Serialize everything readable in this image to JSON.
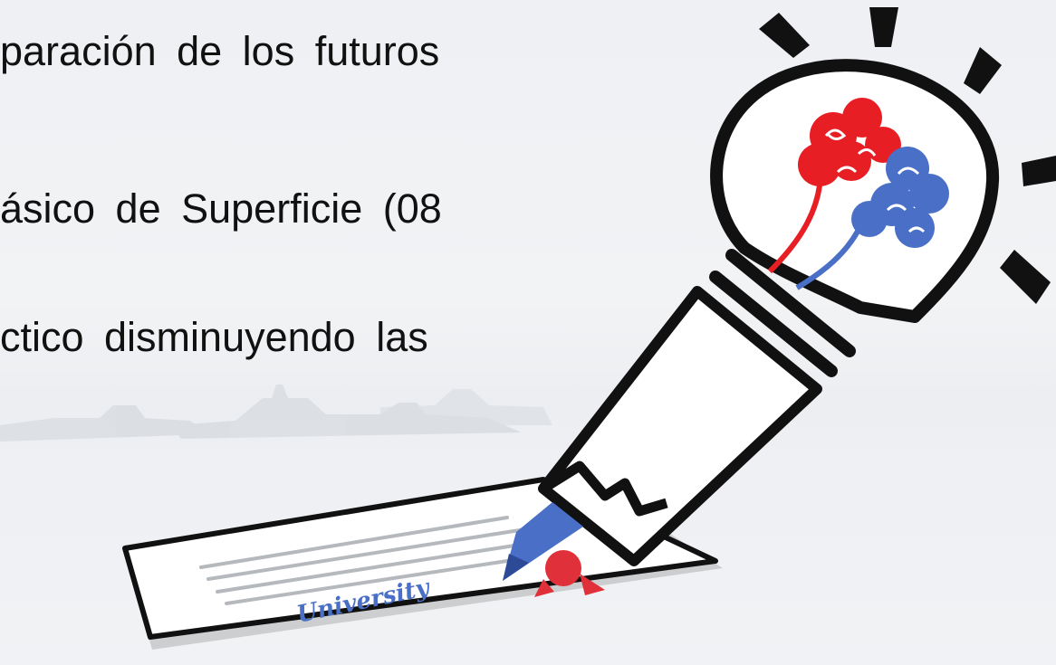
{
  "slide": {
    "lines": [
      "paración de los futuros",
      "ásico de Superficie (08",
      "ctico disminuyendo las"
    ]
  },
  "illustration": {
    "certificate_text": "University",
    "colors": {
      "outline": "#111111",
      "brain_red": "#e81e25",
      "brain_blue": "#4a6fc7",
      "pencil_tip": "#4a6fc7",
      "seal_red": "#e0303a"
    }
  }
}
